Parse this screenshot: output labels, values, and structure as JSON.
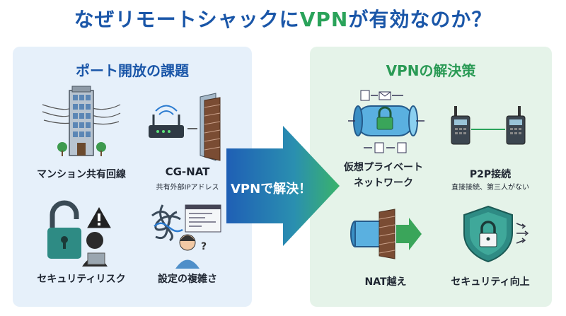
{
  "title": {
    "pre": "なぜリモートシャックに",
    "accent": "VPN",
    "post": "が有効なのか？"
  },
  "colors": {
    "blue": "#1a56a8",
    "green": "#2a9a55",
    "left_bg": "#e6f0fa",
    "right_bg": "#e5f3e9"
  },
  "left": {
    "heading": "ポート開放の課題",
    "items": [
      {
        "label": "マンション共有回線",
        "icon": "apartment-icon"
      },
      {
        "label": "CG-NAT",
        "sub": "共有外部IPアドレス",
        "icon": "router-firewall-icon"
      },
      {
        "label": "セキュリティリスク",
        "icon": "unlocked-padlock-hacker-icon"
      },
      {
        "label": "設定の複雑さ",
        "icon": "tangled-cables-icon"
      }
    ]
  },
  "arrow": {
    "label": "VPNで解決！"
  },
  "right": {
    "heading": "VPNの解決策",
    "items": [
      {
        "label": "仮想プライベート",
        "label2": "ネットワーク",
        "icon": "vpn-tunnel-icon"
      },
      {
        "label": "P2P接続",
        "sub": "直接接続、第三人がない",
        "icon": "radio-link-icon"
      },
      {
        "label": "NAT越え",
        "icon": "firewall-bypass-icon"
      },
      {
        "label": "セキュリティ向上",
        "icon": "shield-lock-icon"
      }
    ]
  }
}
